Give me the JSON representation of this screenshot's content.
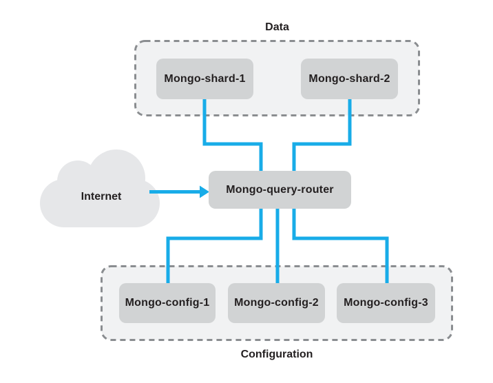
{
  "colors": {
    "connector_blue": "#18ace8",
    "node_fill": "#d1d3d4",
    "group_fill": "#f1f2f3",
    "group_border": "#8a8d90",
    "cloud_fill": "#e6e7e9",
    "text": "#231f20",
    "background": "#ffffff"
  },
  "internet": {
    "label": "Internet"
  },
  "router": {
    "label": "Mongo-query-router"
  },
  "groups": {
    "data": {
      "label": "Data",
      "nodes": [
        {
          "label": "Mongo-shard-1"
        },
        {
          "label": "Mongo-shard-2"
        }
      ]
    },
    "configuration": {
      "label": "Configuration",
      "nodes": [
        {
          "label": "Mongo-config-1"
        },
        {
          "label": "Mongo-config-2"
        },
        {
          "label": "Mongo-config-3"
        }
      ]
    }
  },
  "connections": [
    {
      "from": "Internet",
      "to": "Mongo-query-router",
      "arrow": true
    },
    {
      "from": "Mongo-shard-1",
      "to": "Mongo-query-router",
      "arrow": false
    },
    {
      "from": "Mongo-shard-2",
      "to": "Mongo-query-router",
      "arrow": false
    },
    {
      "from": "Mongo-query-router",
      "to": "Mongo-config-1",
      "arrow": false
    },
    {
      "from": "Mongo-query-router",
      "to": "Mongo-config-2",
      "arrow": false
    },
    {
      "from": "Mongo-query-router",
      "to": "Mongo-config-3",
      "arrow": false
    }
  ]
}
